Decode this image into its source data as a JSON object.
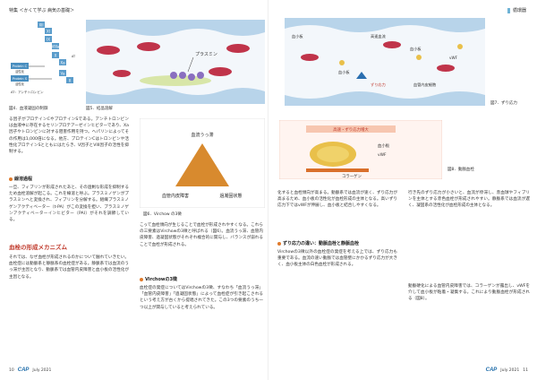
{
  "header": {
    "left": "特集 ＜かくて学ぶ 病気の基礎＞",
    "right": "循環器"
  },
  "figures": {
    "fig4": {
      "caption": "図4．血液凝固の制御",
      "labels": {
        "protein_c_active": "Protein C",
        "protein_c_active_sub": "活性化",
        "protein_s": "Protein S",
        "protein_s_sub": "活性化",
        "at": "AT：アンチトロンビン",
        "xa": "Xa",
        "xii": "XII",
        "xi": "XI",
        "ix": "IX",
        "x": "X",
        "ii": "II",
        "va": "Va",
        "viiia": "VIIIa",
        "at_short": "AT"
      }
    },
    "fig5": {
      "caption": "図5．結晶溶解",
      "labels": {
        "plasmin": "プラスミン"
      }
    },
    "fig6": {
      "caption": "図6．Virchow の3徴",
      "labels": {
        "top": "血流うっ滞",
        "left": "血管内皮障害",
        "right": "過凝固状態"
      }
    },
    "fig7": {
      "caption": "図7．ずり応力",
      "labels": {
        "vwf": "vWF",
        "platelet_top": "血小板",
        "platelet": "血小板",
        "platelet_left": "血小板",
        "blood_stasis": "高速血流",
        "shear": "ずり応力",
        "activation": "血管内皮細胞"
      }
    },
    "fig8": {
      "caption": "図8．動脈血栓",
      "labels": {
        "top": "高速・ずり応力増大",
        "vwf": "vWF",
        "platelet": "血小板",
        "collagen": "コラーゲン"
      }
    }
  },
  "left_page": {
    "col1_text": "る因子がプロテインCやプロテインSである。アンチトロンビンは血液中に存在するセリンプロテアーゼインヒビターであり、Xa因子やトロンビンに対する阻害作用を持つ。ヘパリンによってその作用は1,000倍になる。他方、プロテインCはトロンビンや活性化プロテインSとともにはたらき、V因子とVIII因子の活性を抑制する。",
    "fibrinolysis_head": "線溶過程",
    "col1_text2": "一旦、フィブリンが形成されたあと、その過剰な形成を抑制するため血栓溶解が起こる。これを線溶と呼ぶ。プラスミノゲンがプラスミンへと変換され、フィブリンを分解する。組織プラスミノゲンアクティベーター（t-PA）がこの変換を担い、プラスミノゲンアクティベーターインヒビター（PAI）がそれを調節している。",
    "section_head": "血栓の形成メカニズム",
    "col1_text3": "それでは、なぜ血栓が形成されるのかについて触れていきたい。血栓症には動脈系と静脈系の血栓症がある。静脈系では血流のうっ滞が主因となり、動脈系では血管内皮障害と血小板の活性化が主因となる。",
    "col2_text": "こって血栓傾向が生じることで血栓が形成されやすくなる。これらの三要素はVirchowの3徴と呼ばれる（図6）。血流うっ滞、血管内皮障害、過凝固状態がそれぞれ複合的に関与し、バランスが崩れることで血栓が形成される。",
    "virchow_head": "Virchowの3徴",
    "col2_text2": "血栓症の発症についてはVirchowの3徴、すなわち「血流うっ滞」「血管内皮障害」「過凝固状態」によって血栓症が引き起こされるという考え方が古くから提唱されてきた。この3つの要素のうち一つ以上が関与していると考えられている。",
    "footer_page": "10",
    "footer_issue": "July 2021"
  },
  "right_page": {
    "col1_text": "化すると血栓傾向が高まる。動脈系では血流が速く、ずり応力が高まるため、血小板の活性化が血栓形成の主体となる。高いずり応力下ではvWFが伸展し、血小板と結合しやすくなる。",
    "shear_head": "ずり応力の違い：動脈血栓と静脈血栓",
    "col1_text2": "Virchowの3徴以外の血栓症の発症を考える上では、ずり応力も重要である。血流の速い動脈では血管壁にかかるずり応力が大きく、血小板主体の白色血栓が形成される。",
    "col2_text": "行き先のずり応力が小さいと、血流が停滞し、赤血球やフィブリンを主体とする赤色血栓が形成されやすい。静脈系では血流が遅く、凝固系の活性化が血栓形成の主体となる。",
    "col2_text2": "動脈硬化による血管内皮障害では、コラーゲンが露出し、vWFを介して血小板が粘着・凝集する。これにより動脈血栓が形成される（図8）。",
    "footer_page": "11",
    "footer_issue": "July 2021"
  },
  "brand": {
    "logo": "CAP"
  },
  "colors": {
    "accent_red": "#c0392b",
    "accent_blue": "#1b6aa8",
    "accent_orange": "#e07a2b"
  }
}
